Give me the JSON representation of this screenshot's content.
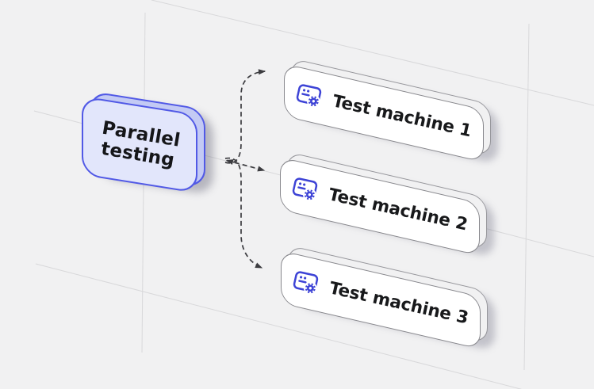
{
  "diagram": {
    "source": {
      "line1": "Parallel",
      "line2": "testing"
    },
    "machines": [
      {
        "label": "Test machine 1"
      },
      {
        "label": "Test machine 2"
      },
      {
        "label": "Test machine 3"
      }
    ],
    "icons": {
      "machine": "window-settings-icon"
    },
    "colors": {
      "background": "#f1f1f2",
      "grid_line": "#d8d8da",
      "accent_indigo": "#3d43d6",
      "source_fill": "#e2e6fb",
      "source_side_fill": "#c3caf4",
      "source_border": "#5159e6",
      "card_fill": "#ffffff",
      "card_border": "#88888d",
      "arrow": "#3c3c40",
      "text": "#151619"
    }
  }
}
